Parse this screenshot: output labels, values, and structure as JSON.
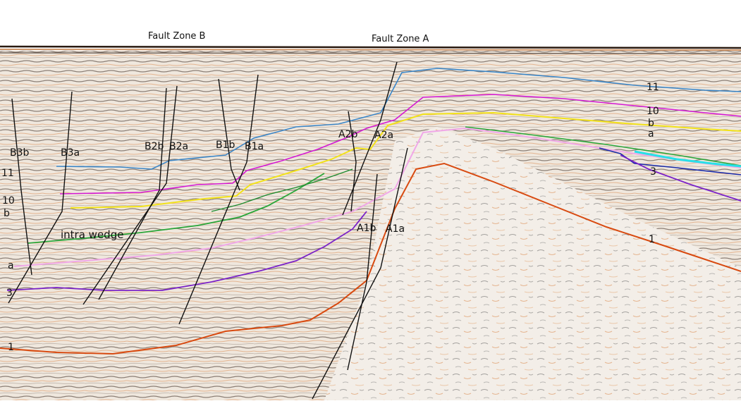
{
  "headers": {
    "fault_zone_b": "Fault Zone B",
    "fault_zone_a": "Fault Zone A"
  },
  "fault_labels": {
    "b3b": "B3b",
    "b3a": "B3a",
    "b2b": "B2b",
    "b2a": "B2a",
    "b1b": "B1b",
    "b1a": "B1a",
    "a2b": "A2b",
    "a2a": "A2a",
    "a1b": "A1b",
    "a1a": "A1a"
  },
  "horizon_labels_left": {
    "h11": "11",
    "h10": "10",
    "hb": "b",
    "ha": "a",
    "h3": "3",
    "h1": "1"
  },
  "horizon_labels_right": {
    "h11": "11",
    "h10": "10",
    "hb": "b",
    "ha": "a",
    "h3": "3",
    "h1": "1"
  },
  "annotations": {
    "intra_wedge": "intra wedge"
  },
  "colors": {
    "horizon_11": "#3a86c8",
    "horizon_10": "#d419d4",
    "horizon_b": "#f2e21a",
    "horizon_a": "#f0a8e8",
    "intra_wedge": "#2aa63a",
    "horizon_3": "#7a22c8",
    "horizon_1": "#d84a10",
    "deep_blue": "#1a2aa8",
    "cyan": "#28e0e8",
    "fault": "#111111"
  }
}
